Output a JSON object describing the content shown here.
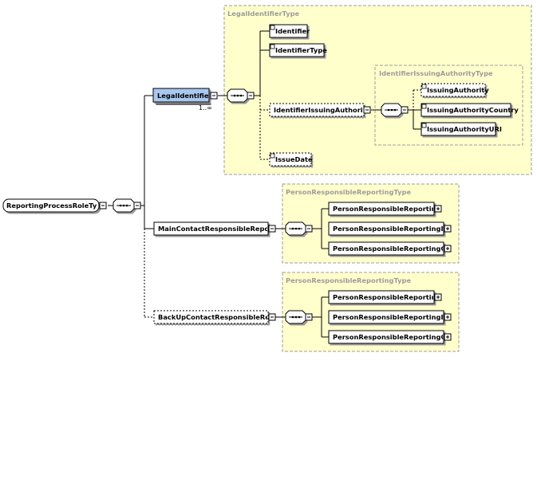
{
  "root": {
    "label": "ReportingProcessRoleType"
  },
  "legal_identifier": {
    "label": "LegalIdentifier",
    "occurrence": "1..∞",
    "type_title": "LegalIdentifierType",
    "children": [
      {
        "label": "Identifier"
      },
      {
        "label": "IdentifierType"
      },
      {
        "label": "IdentifierIssuingAuthority"
      },
      {
        "label": "IssueDate"
      }
    ],
    "authority": {
      "type_title": "IdentifierIssuingAuthorityType",
      "children": [
        {
          "label": "IssuingAuthority"
        },
        {
          "label": "IssuingAuthorityCountry"
        },
        {
          "label": "IssuingAuthorityURI"
        }
      ]
    }
  },
  "main_contact": {
    "label": "MainContactResponsibleReporti...",
    "type_title": "PersonResponsibleReportingType",
    "children": [
      {
        "label": "PersonResponsibleReporting"
      },
      {
        "label": "PersonResponsibleReportingId..."
      },
      {
        "label": "PersonResponsibleReportingC..."
      }
    ]
  },
  "backup_contact": {
    "label": "BackUpContactResponsibleRep...",
    "type_title": "PersonResponsibleReportingType",
    "children": [
      {
        "label": "PersonResponsibleReporting"
      },
      {
        "label": "PersonResponsibleReportingId..."
      },
      {
        "label": "PersonResponsibleReportingC..."
      }
    ]
  },
  "colors": {
    "type_box_fill": "#ffffcc",
    "type_box_border": "#9c9c9c",
    "selected_fill": "#a8c8ef",
    "line": "#000000"
  }
}
